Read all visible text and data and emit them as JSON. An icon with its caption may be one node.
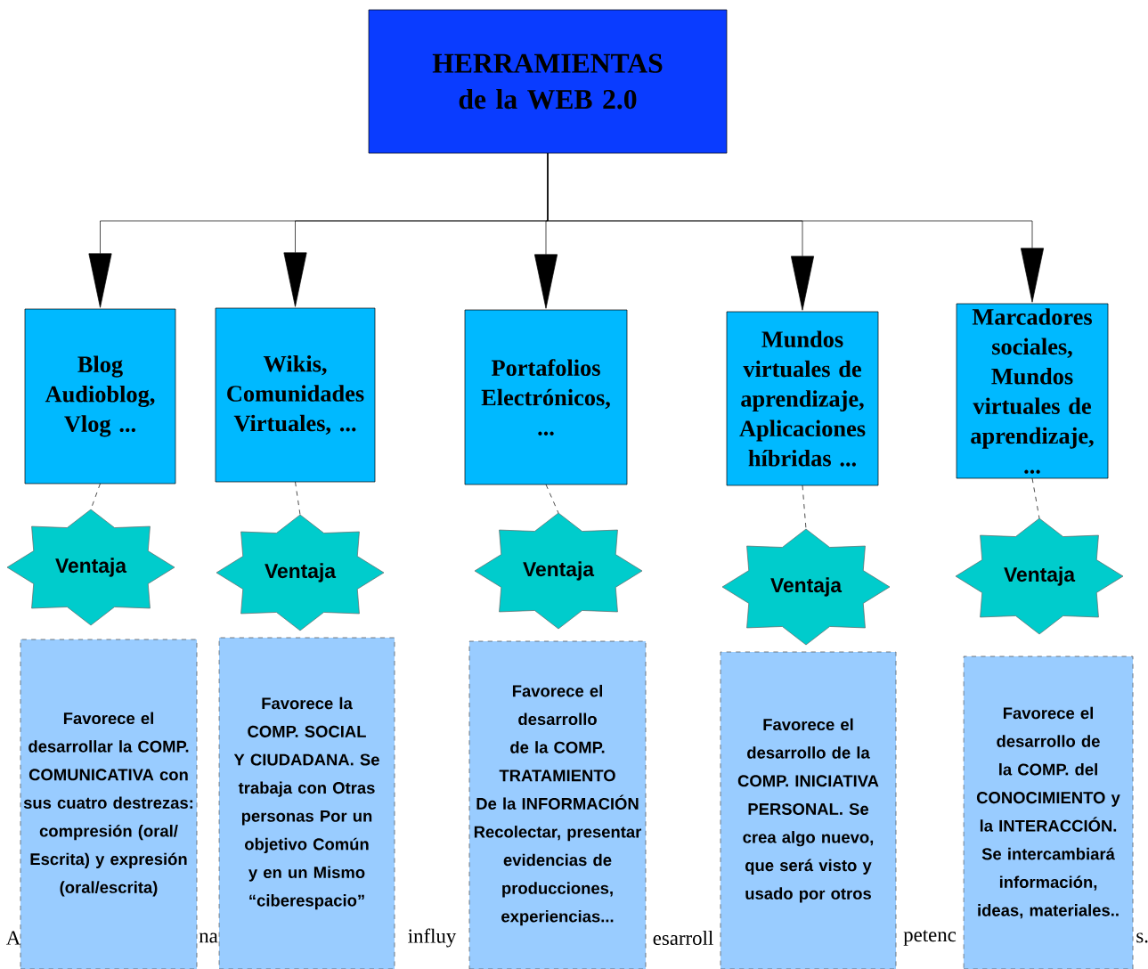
{
  "diagram": {
    "nodes": [
      {
        "text": [
          "HERRAMIENTAS de la WEB 2.0"
        ]
      },
      {
        "text": [
          "Blog Audioblog, Vlog ..."
        ]
      },
      {
        "text": [
          "Wikis, Comunidades Virtuales, ..."
        ]
      },
      {
        "text": [
          "Portafolios Electrónicos, ..."
        ]
      },
      {
        "text": [
          "Mundos virtuales de aprendizaje, Aplicaciones híbridas ..."
        ]
      },
      {
        "text": [
          "Marcadores sociales, Mundos virtuales de aprendizaje, ..."
        ]
      },
      {
        "text": [
          "Ventaja"
        ]
      },
      {
        "text": [
          "Ventaja"
        ]
      },
      {
        "text": [
          "Ventaja"
        ]
      },
      {
        "text": [
          "Ventaja"
        ]
      },
      {
        "text": [
          "Ventaja"
        ]
      },
      {
        "text": [
          "Favorece el desarrollar la COMP. COMUNICATIVA con sus cuatro destrezas: compresión (oral/ Escrita) y expresión (oral/escrita)"
        ]
      },
      {
        "text": [
          "Favorece la COMP. SOCIAL Y CIUDADANA. Se trabaja con Otras personas Por un objetivo Común y en un Mismo “ciberespacio”"
        ]
      },
      {
        "text": [
          "Favorece el desarrollo de la COMP. TRATAMIENTO De la INFORMACIÓN Recolectar, presentar evidencias de producciones, experiencias..."
        ]
      },
      {
        "text": [
          "Favorece el desarrollo de la COMP. INICIATIVA PERSONAL. Se crea algo nuevo, que será visto y usado por otros"
        ]
      },
      {
        "text": [
          "Favorece el desarrollo de la COMP. del CONOCIMIENTO y la INTERACCIÓN. Se intercambiará información, ideas, materiales.."
        ]
      }
    ],
    "edges": [
      {
        "from": 0,
        "to": 1,
        "arrow": "to"
      },
      {
        "from": 0,
        "to": 2,
        "arrow": "to"
      },
      {
        "from": 0,
        "to": 3,
        "arrow": "to"
      },
      {
        "from": 0,
        "to": 4,
        "arrow": "to"
      },
      {
        "from": 0,
        "to": 5,
        "arrow": "to"
      },
      {
        "from": 1,
        "to": 6,
        "arrow": "none",
        "style": "dashed"
      },
      {
        "from": 2,
        "to": 7,
        "arrow": "none",
        "style": "dashed"
      },
      {
        "from": 3,
        "to": 8,
        "arrow": "none",
        "style": "dashed"
      },
      {
        "from": 4,
        "to": 9,
        "arrow": "none",
        "style": "dashed"
      },
      {
        "from": 5,
        "to": 10,
        "arrow": "none",
        "style": "dashed"
      }
    ],
    "labels": [
      "A",
      "na",
      "influy",
      "esarroll",
      "petenc",
      "s."
    ]
  }
}
